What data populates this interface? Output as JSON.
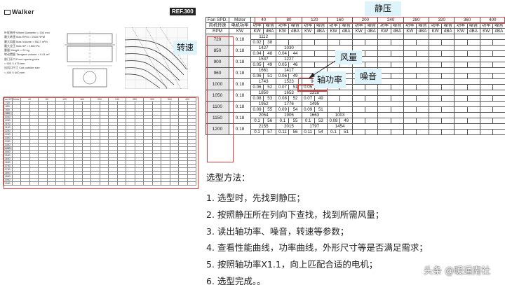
{
  "left_sheet": {
    "brand": "Walker",
    "ref": "REF.300",
    "spec_lines": [
      "叶轮直径 Wheel Diameter = 300 mm",
      "最大转速 Max RPM = 2000 RPM",
      "最大风量 Max Volume = 5517 m³/h",
      "最大全压 Max SP = 1500 Pa",
      "重量 Weight = 20 kg",
      "转动惯量 Tamgent volume = 0.61 m²",
      "前门开口 Front opening size",
      "= 500 X 475 mm",
      "出风口尺寸 Cutt outside size",
      "= 400 X 400 mm"
    ],
    "table_header": [
      "Fan SPD.",
      "Motor",
      "40",
      "80",
      "120",
      "160",
      "200",
      "240",
      "280",
      "320",
      "360",
      "400"
    ],
    "table_speeds": [
      "720",
      "850",
      "900",
      "960",
      "1000",
      "1050",
      "1100",
      "1150",
      "1200",
      "1250",
      "1300",
      "1350",
      "1400",
      "1450",
      "1500",
      "1550",
      "1600",
      "1650",
      "1700",
      "1750",
      "1800",
      "1850",
      "1900",
      "1950"
    ]
  },
  "big_table": {
    "header_row1": [
      "Fan SPD.",
      "Motor",
      "40",
      "80",
      "120",
      "160",
      "200",
      "240",
      "280",
      "320",
      "360",
      "400"
    ],
    "header_row2_left": [
      "风机转速",
      "电机功率"
    ],
    "header_row2_pair": [
      "功率",
      "噪音"
    ],
    "header_row3_left": [
      "RPM",
      "KW"
    ],
    "header_row3_pair": [
      "KW",
      "dBA"
    ],
    "rows": [
      {
        "speed": "720",
        "motor": "0.18",
        "flow": [
          "1112",
          "",
          "",
          "",
          "",
          "",
          "",
          "",
          "",
          ""
        ],
        "vals": [
          "0.02",
          "38",
          "",
          "",
          "",
          "",
          "",
          "",
          "",
          "",
          "",
          "",
          "",
          "",
          "",
          "",
          "",
          "",
          "",
          ""
        ]
      },
      {
        "speed": "850",
        "motor": "0.18",
        "flow": [
          "1427",
          "1030",
          "",
          "",
          "",
          "",
          "",
          "",
          "",
          ""
        ],
        "vals": [
          "0.04",
          "48",
          "0.04",
          "44",
          "",
          "",
          "",
          "",
          "",
          "",
          "",
          "",
          "",
          "",
          "",
          "",
          "",
          "",
          "",
          ""
        ]
      },
      {
        "speed": "900",
        "motor": "0.18",
        "flow": [
          "1537",
          "1227",
          "",
          "",
          "",
          "",
          "",
          "",
          "",
          ""
        ],
        "vals": [
          "0.05",
          "49",
          "0.05",
          "46",
          "",
          "",
          "",
          "",
          "",
          "",
          "",
          "",
          "",
          "",
          "",
          "",
          "",
          "",
          "",
          ""
        ]
      },
      {
        "speed": "960",
        "motor": "0.18",
        "flow": [
          "1661",
          "1417",
          "",
          "",
          "",
          "",
          "",
          "",
          "",
          ""
        ],
        "vals": [
          "0.06",
          "51",
          "0.06",
          "49",
          "",
          "",
          "",
          "",
          "",
          "",
          "",
          "",
          "",
          "",
          "",
          "",
          "",
          "",
          "",
          ""
        ]
      },
      {
        "speed": "1000",
        "motor": "0.18",
        "flow": [
          "1743",
          "1523",
          "900",
          "",
          "",
          "",
          "",
          "",
          "",
          ""
        ],
        "vals": [
          "0.06",
          "52",
          "0.07",
          "51",
          "0.05",
          "46",
          "",
          "",
          "",
          "",
          "",
          "",
          "",
          "",
          "",
          "",
          "",
          "",
          "",
          ""
        ]
      },
      {
        "speed": "1050",
        "motor": "0.18",
        "flow": [
          "1850",
          "1653",
          "1318",
          "",
          "",
          "",
          "",
          "",
          "",
          ""
        ],
        "vals": [
          "0.08",
          "53",
          "0.08",
          "52",
          "0.07",
          "49",
          "",
          "",
          "",
          "",
          "",
          "",
          "",
          "",
          "",
          "",
          "",
          "",
          "",
          ""
        ]
      },
      {
        "speed": "1100",
        "motor": "0.18",
        "flow": [
          "1952",
          "1776",
          "1495",
          "",
          "",
          "",
          "",
          "",
          "",
          ""
        ],
        "vals": [
          "0.09",
          "55",
          "0.09",
          "54",
          "0.09",
          "51",
          "",
          "",
          "",
          "",
          "",
          "",
          "",
          "",
          "",
          "",
          "",
          "",
          "",
          ""
        ]
      },
      {
        "speed": "1150",
        "motor": "0.18",
        "flow": [
          "2054",
          "1905",
          "1663",
          "1003",
          "",
          "",
          "",
          "",
          "",
          ""
        ],
        "vals": [
          "0.1",
          "56",
          "0.1",
          "55",
          "0.1",
          "53",
          "0.08",
          "49",
          "",
          "",
          "",
          "",
          "",
          "",
          "",
          "",
          "",
          "",
          "",
          ""
        ]
      },
      {
        "speed": "1200",
        "motor": "0.18",
        "flow": [
          "2155",
          "2015",
          "1797",
          "1454",
          "",
          "",
          "",
          "",
          "",
          ""
        ],
        "vals": [
          "0.1",
          "57",
          "0.11",
          "56",
          "0.11",
          "54",
          "0.1",
          "51",
          "",
          "",
          "",
          "",
          "",
          "",
          "",
          "",
          "",
          "",
          "",
          ""
        ]
      }
    ]
  },
  "callouts": {
    "pressure": "静压",
    "speed": "转速",
    "flow": "风量",
    "shaft_power": "轴功率",
    "noise": "噪音"
  },
  "method": {
    "title": "选型方法：",
    "steps": [
      "1. 选型时，先找到静压；",
      "2. 按照静压所在列向下查找，找到所需风量；",
      "3. 读出轴功率、噪音，转速等参数；",
      "4. 查看性能曲线，功率曲线，外形尺寸等是否满足需求；",
      "5. 按照轴功率X1.1，向上匹配合适的电机；",
      "6. 选型完成。。"
    ]
  },
  "watermark": "头条 @暖通南社",
  "colors": {
    "highlight_red": "#e03c3c",
    "callout_blue": "#dff3fb",
    "speed_gray": "#e6e6e6"
  }
}
